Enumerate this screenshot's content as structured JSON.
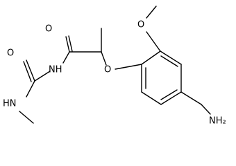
{
  "molecule": {
    "labels": {
      "o_methoxy": "O",
      "o_ether": "O",
      "o_amide": "O",
      "o_urea": "O",
      "nh_imide": "NH",
      "nh_urea": "HN",
      "nh2": "NH₂"
    }
  }
}
